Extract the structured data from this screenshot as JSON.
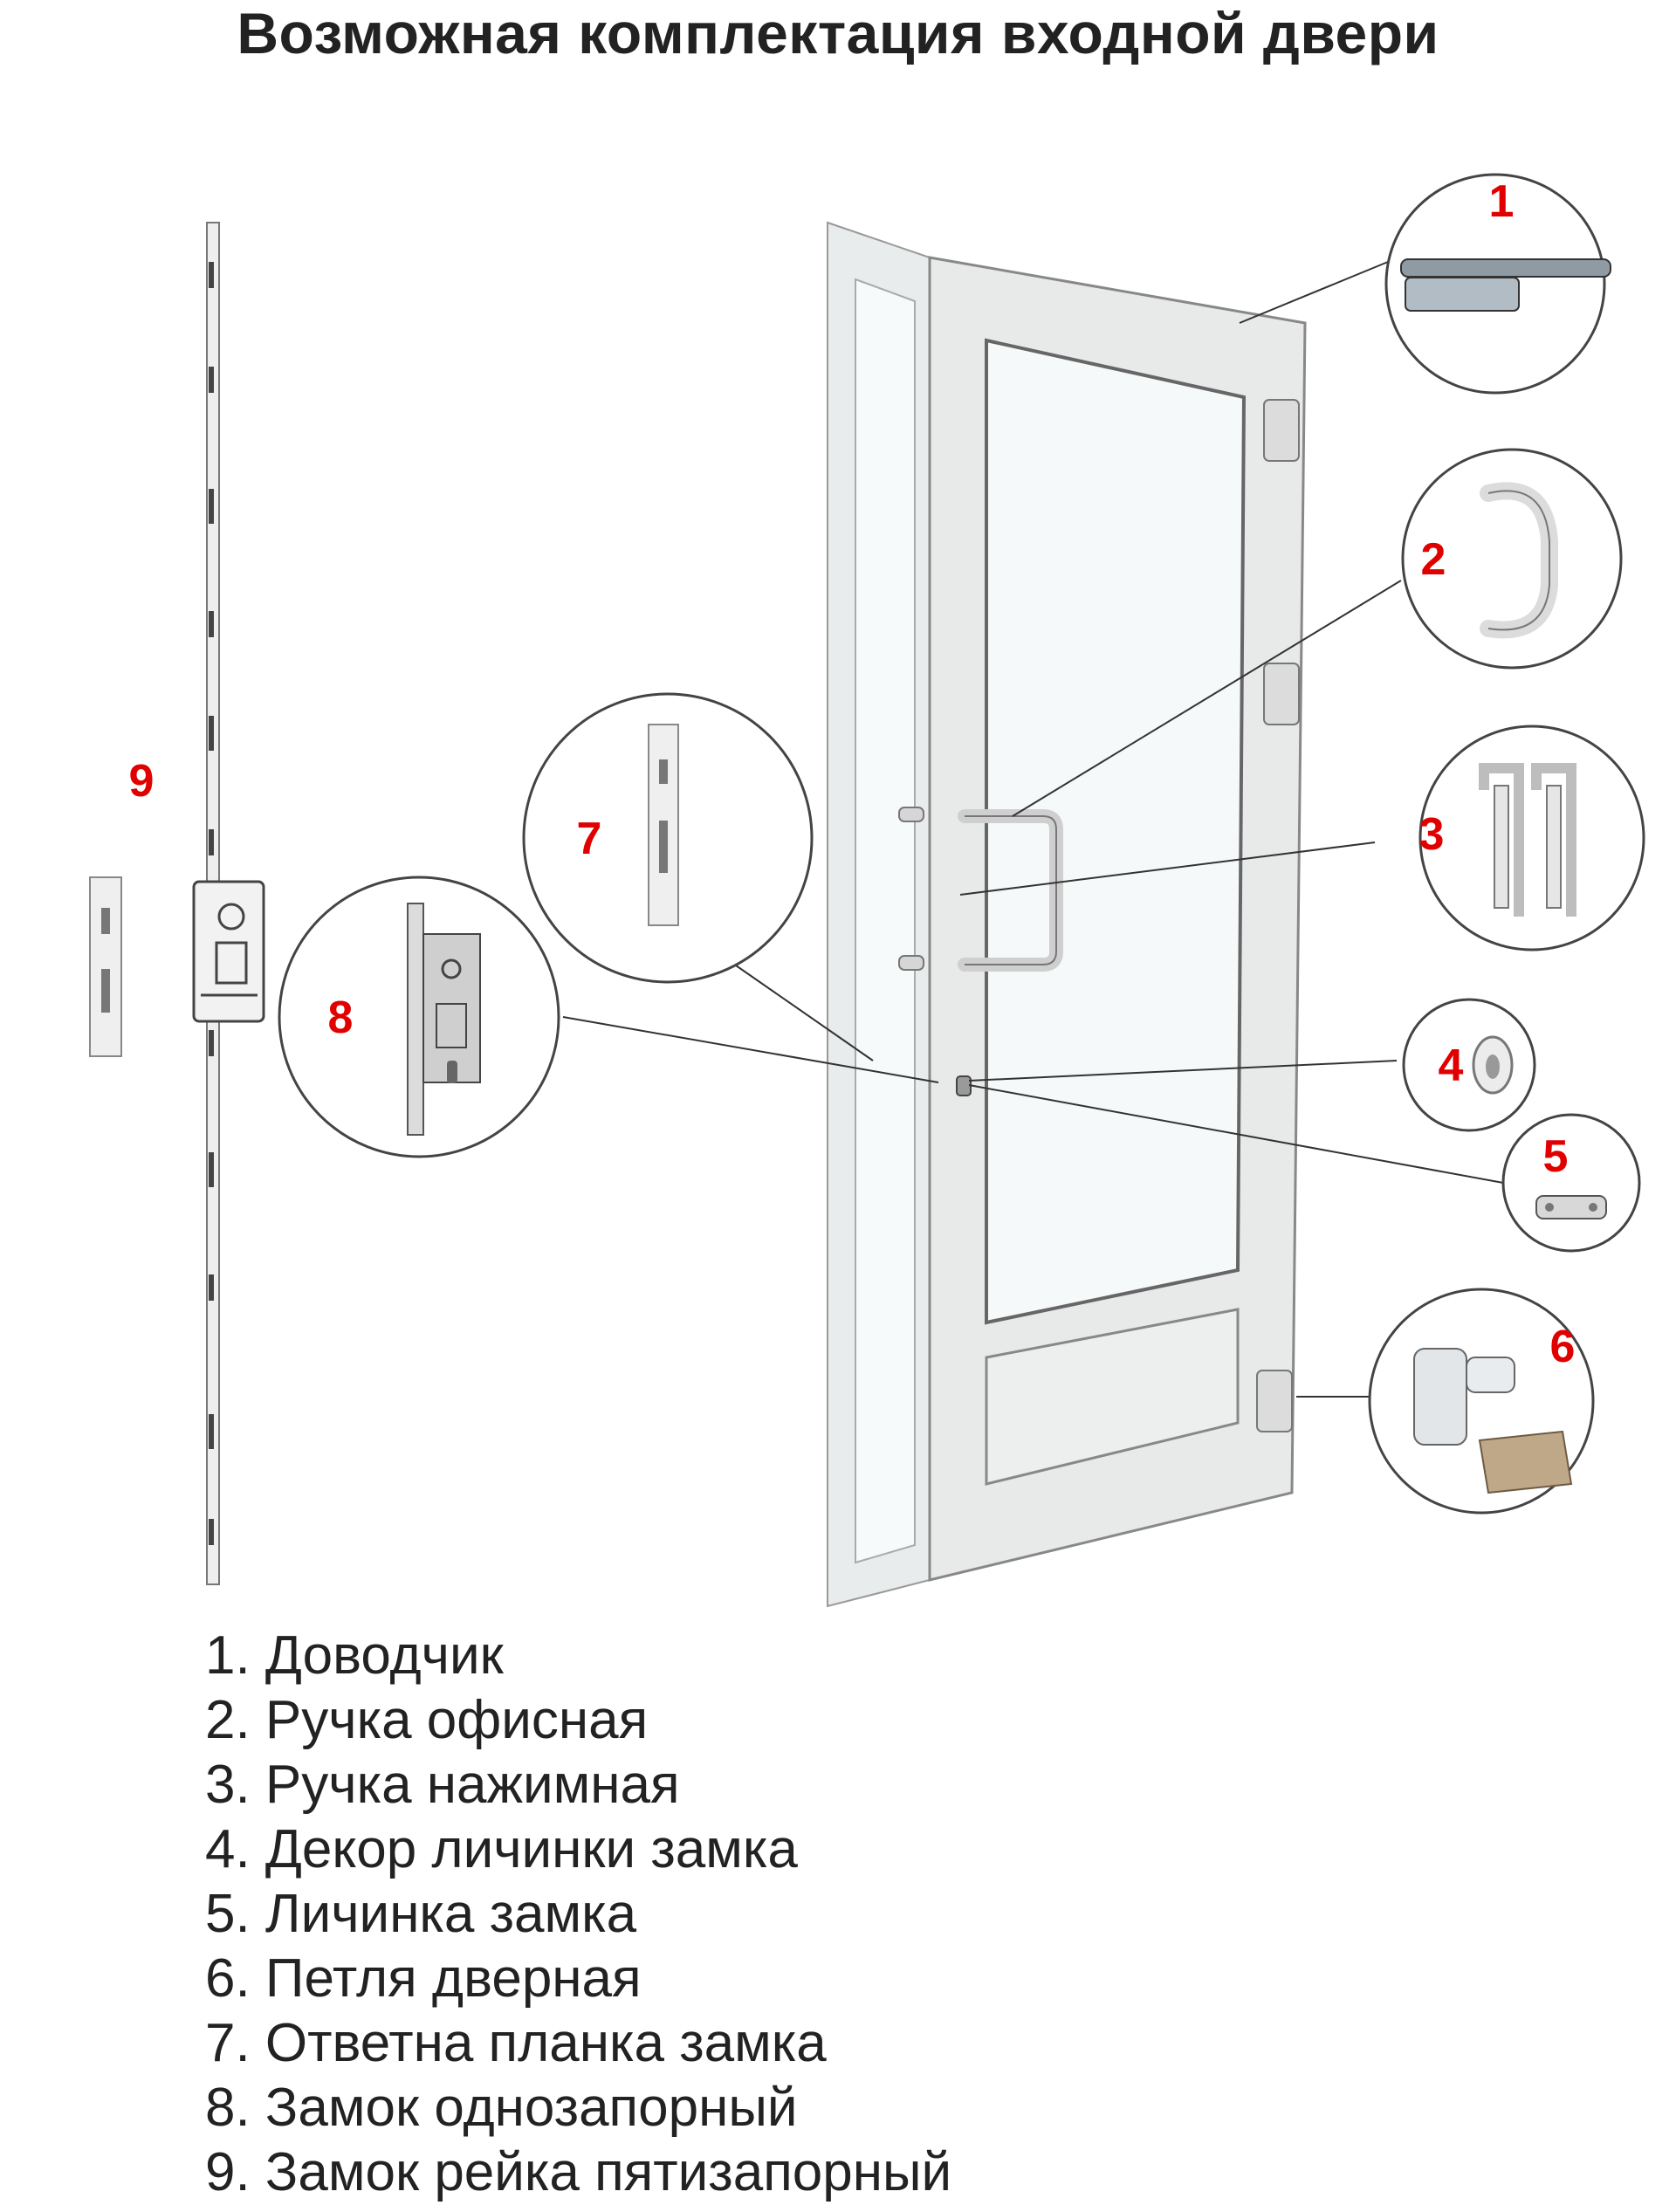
{
  "title": "Возможная комплектация входной двери",
  "callouts": [
    {
      "number": "1",
      "name": "Доводчик"
    },
    {
      "number": "2",
      "name": "Ручка офисная"
    },
    {
      "number": "3",
      "name": "Ручка нажимная"
    },
    {
      "number": "4",
      "name": "Декор личинки замка"
    },
    {
      "number": "5",
      "name": "Личинка замка"
    },
    {
      "number": "6",
      "name": "Петля дверная"
    },
    {
      "number": "7",
      "name": "Ответна планка замка"
    },
    {
      "number": "8",
      "name": "Замок однозапорный"
    },
    {
      "number": "9",
      "name": "Замок рейка пятизапорный"
    }
  ],
  "legend": [
    "1. Доводчик",
    "2. Ручка офисная",
    "3. Ручка нажимная",
    "4. Декор личинки замка",
    "5. Личинка замка",
    "6. Петля дверная",
    "7. Ответна планка замка",
    "8. Замок однозапорный",
    "9. Замок рейка пятизапорный"
  ],
  "colors": {
    "callout_number": "#e00000",
    "title_text": "#222222",
    "frame": "#e8eaea",
    "glass": "#f6f9fa",
    "outline": "#555555"
  }
}
